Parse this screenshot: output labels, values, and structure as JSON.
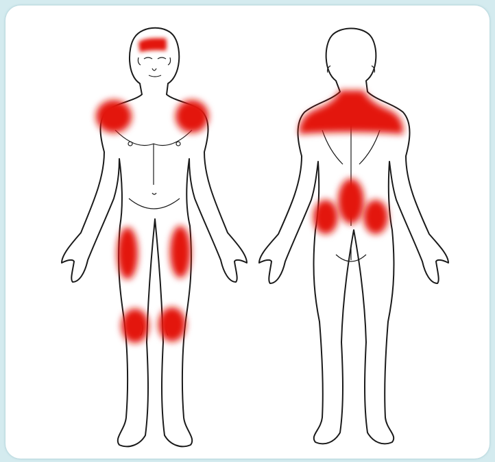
{
  "colors": {
    "background": "#d4ebef",
    "card": "#ffffff",
    "outline": "#1a1a1a",
    "pain": "#e3160d"
  },
  "figures": [
    {
      "view": "front",
      "highlighted_regions": [
        "forehead",
        "left-shoulder",
        "right-shoulder",
        "left-thigh",
        "right-thigh",
        "left-knee",
        "right-knee"
      ]
    },
    {
      "view": "back",
      "highlighted_regions": [
        "upper-back",
        "lower-back",
        "left-hip",
        "right-hip"
      ]
    }
  ]
}
